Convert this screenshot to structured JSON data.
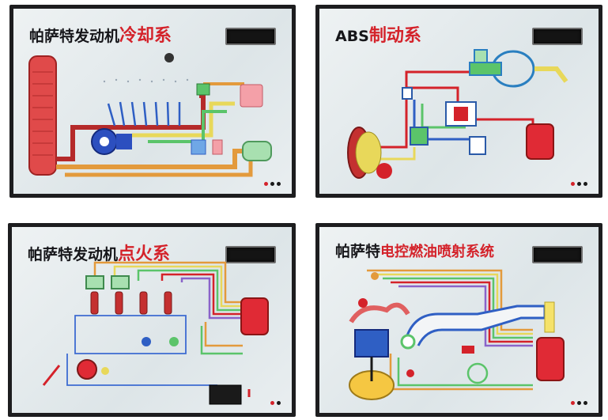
{
  "boards": [
    {
      "id": "cooling",
      "title_black": "帕萨特发动机",
      "title_red": "冷却系"
    },
    {
      "id": "abs",
      "title_black": "ABS",
      "title_red": "制动系"
    },
    {
      "id": "ignition",
      "title_black": "帕萨特发动机",
      "title_red": "点火系"
    },
    {
      "id": "efi",
      "title_black": "帕萨特",
      "title_red": "电控燃油喷射系统"
    }
  ],
  "colors": {
    "board_frame": "#1d1d1f",
    "accent_red": "#d4222a",
    "pipe_dark_red": "#b52a2a",
    "pipe_orange": "#e39a3c",
    "pipe_yellow": "#e8d85a",
    "pipe_green": "#5bc46a",
    "pipe_blue": "#2f5fc4",
    "pipe_purple": "#8a63c9"
  }
}
